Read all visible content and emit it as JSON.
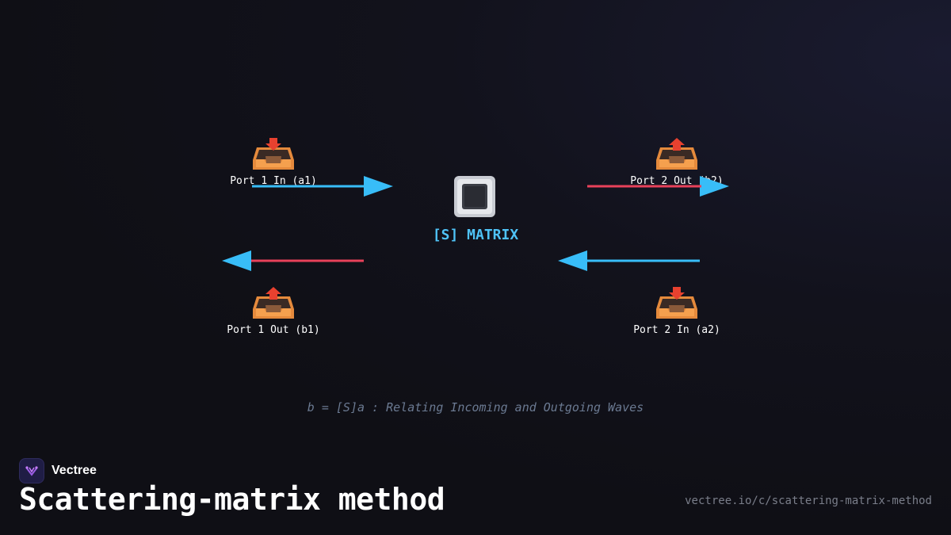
{
  "diagram": {
    "center": {
      "icon": "matrix-block-icon",
      "label": "[S] MATRIX"
    },
    "ports": [
      {
        "id": "a1",
        "label": "Port 1 In (a1)",
        "icon": "inbox-tray-icon"
      },
      {
        "id": "b2",
        "label": "Port 2 Out (b2)",
        "icon": "outbox-tray-icon"
      },
      {
        "id": "b1",
        "label": "Port 1 Out (b1)",
        "icon": "outbox-tray-icon"
      },
      {
        "id": "a2",
        "label": "Port 2 In (a2)",
        "icon": "inbox-tray-icon"
      }
    ],
    "colors": {
      "incident": "#38bdf8",
      "outgoing": "#e8415a",
      "matrix_label": "#4fc3f7"
    },
    "equation": "b = [S]a : Relating Incoming and Outgoing Waves"
  },
  "footer": {
    "brand": "Vectree",
    "title": "Scattering-matrix method",
    "url": "vectree.io/c/scattering-matrix-method"
  }
}
